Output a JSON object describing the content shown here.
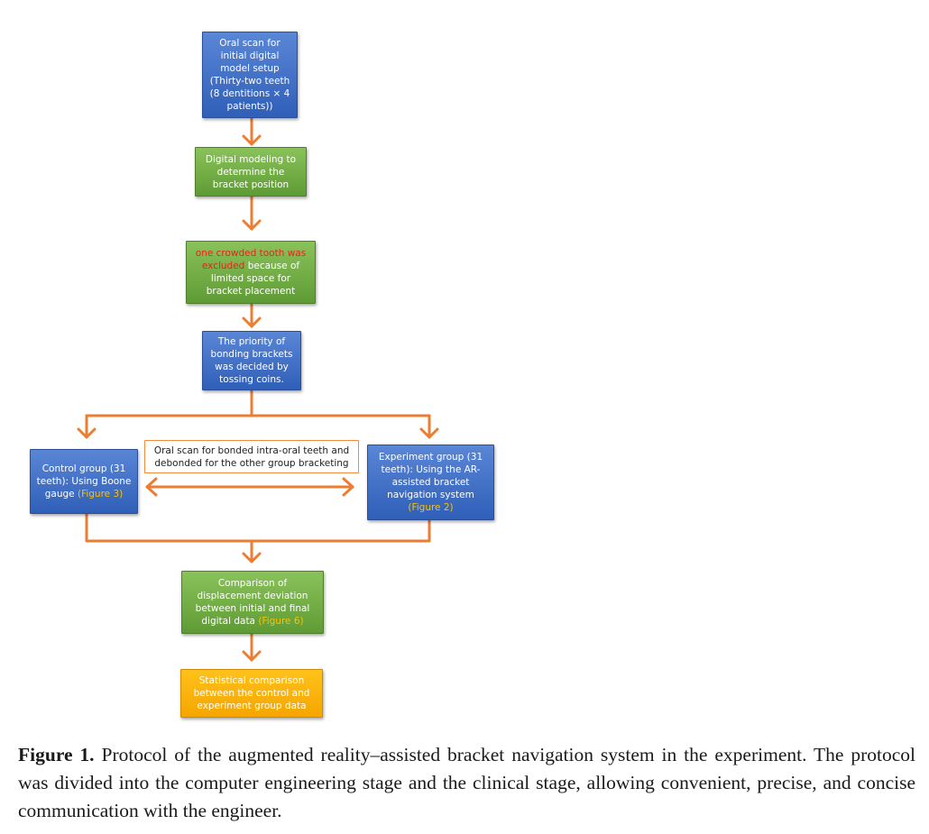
{
  "boxes": {
    "oral_scan": "Oral scan for initial digital model setup (Thirty-two teeth (8 dentitions × 4 patients))",
    "digital_modeling": "Digital modeling to determine the bracket position",
    "excluded_red": "one crowded tooth was excluded",
    "excluded_rest": " because of limited space for bracket placement",
    "priority": "The priority of bonding brackets was decided by tossing coins.",
    "control_text": "Control group (31 teeth): Using Boone gauge ",
    "control_ref": "(Figure 3)",
    "middle_scan": "Oral scan for bonded intra-oral teeth and debonded for the other group bracketing",
    "experiment_text": "Experiment group (31 teeth): Using the AR-assisted bracket navigation system ",
    "experiment_ref": "(Figure 2)",
    "comparison_text": "Comparison of displacement deviation between initial and final digital data ",
    "comparison_ref": "(Figure 6)",
    "statistical": "Statistical comparison between the control and experiment group data"
  },
  "colors": {
    "arrow": "#ed7d31",
    "blue": "#3a6cc4",
    "green": "#6aaa3f",
    "orange": "#f8b200",
    "highlight_red": "#e8231a",
    "highlight_yellow": "#ffc000"
  },
  "caption": {
    "label": "Figure 1.",
    "text": " Protocol of the augmented reality–assisted bracket navigation system in the experiment. The protocol was divided into the computer engineering stage and the clinical stage, allowing convenient, precise, and concise communication with the engineer."
  }
}
